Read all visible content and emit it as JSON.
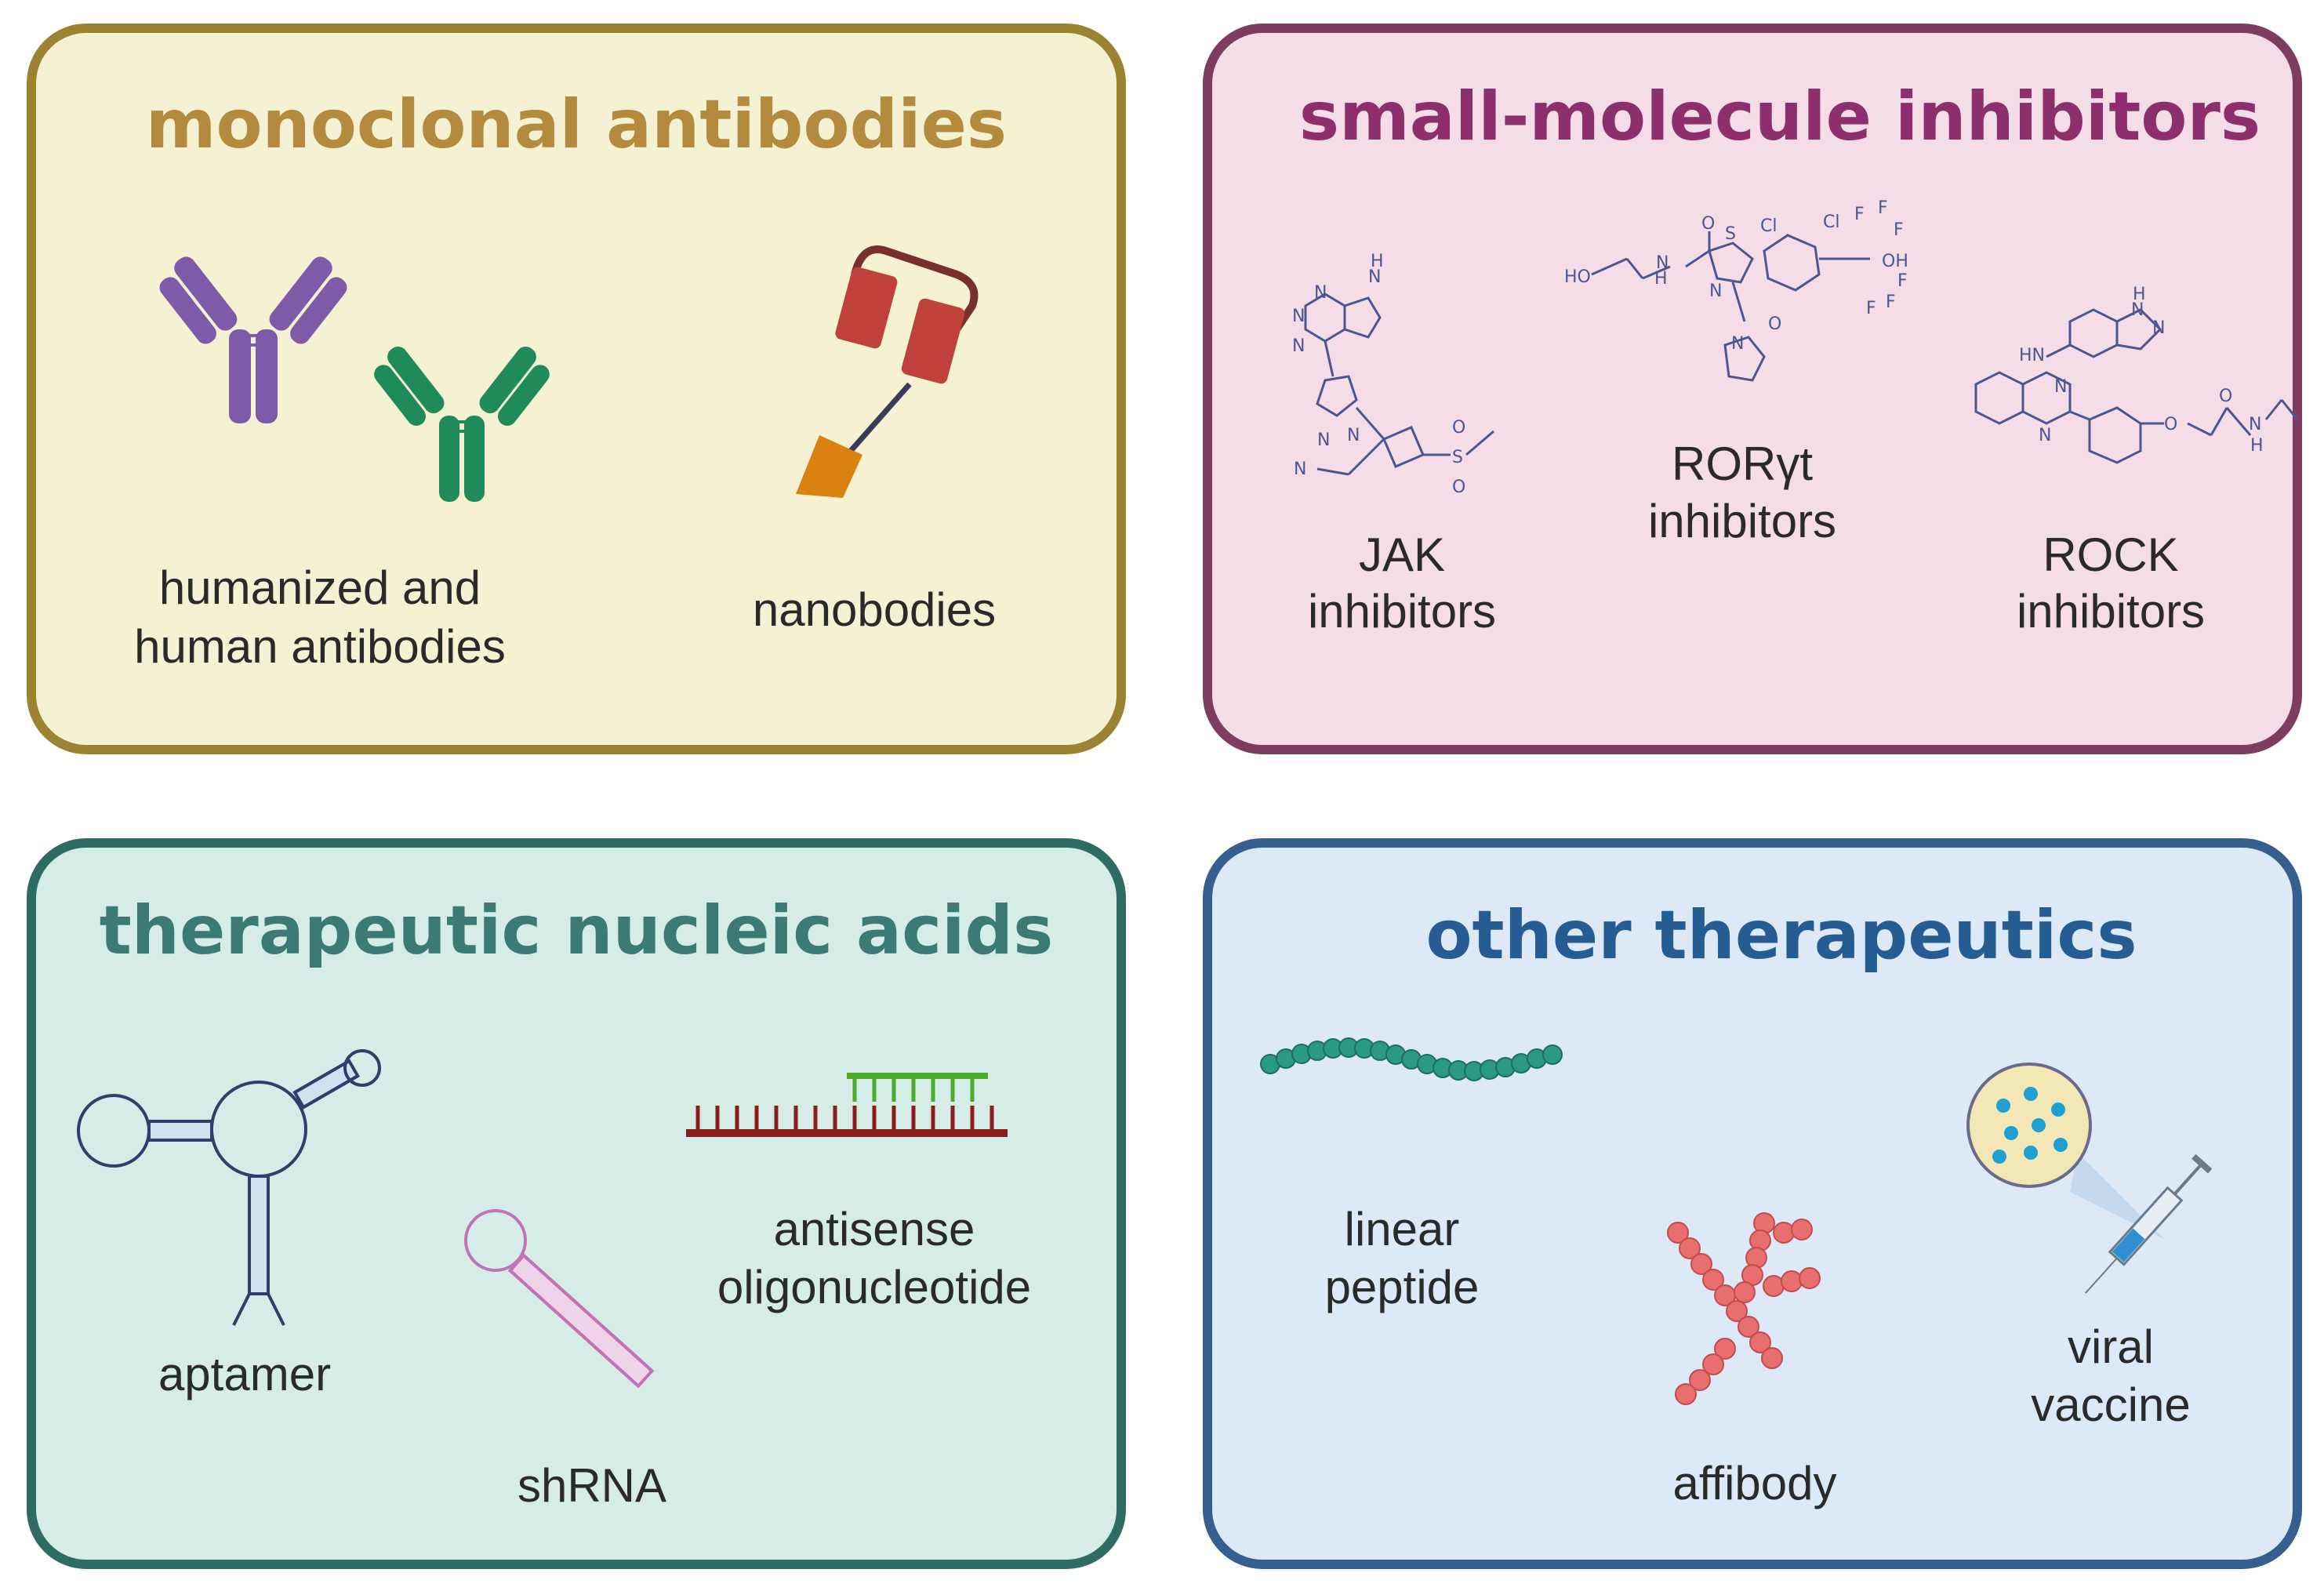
{
  "panels": {
    "mab": {
      "title": "monoclonal antibodies",
      "labels": [
        "humanized and",
        "human antibodies",
        "nanobodies"
      ],
      "colors": {
        "fill": "#f5f2d4",
        "border": "#9c8332",
        "title": "#b48a3e"
      }
    },
    "smi": {
      "title": "small-molecule inhibitors",
      "labels": [
        "JAK",
        "inhibitors",
        "RORγt",
        "inhibitors",
        "ROCK",
        "inhibitors"
      ],
      "colors": {
        "fill": "#f4dde7",
        "border": "#7e3c5f",
        "title": "#8e2f6d"
      }
    },
    "tna": {
      "title": "therapeutic nucleic acids",
      "labels": [
        "aptamer",
        "shRNA",
        "antisense",
        "oligonucleotide"
      ],
      "colors": {
        "fill": "#d5ece7",
        "border": "#2e6b60",
        "title": "#3b7b74"
      }
    },
    "other": {
      "title": "other therapeutics",
      "labels": [
        "linear",
        "peptide",
        "affibody",
        "viral",
        "vaccine"
      ],
      "colors": {
        "fill": "#dde9f6",
        "border": "#345f8e",
        "title": "#255d93"
      }
    }
  },
  "chem_text": {
    "jak": [
      "N",
      "H",
      "N",
      "N",
      "N",
      "N",
      "N",
      "N",
      "S",
      "O",
      "O"
    ],
    "ror": [
      "HO",
      "H",
      "N",
      "O",
      "S",
      "N",
      "Cl",
      "Cl",
      "F",
      "F",
      "F",
      "OH",
      "F",
      "F",
      "F",
      "N",
      "O"
    ],
    "rock": [
      "H",
      "N",
      "N",
      "HN",
      "N",
      "N",
      "O",
      "O",
      "N",
      "H"
    ]
  },
  "icons": [
    "antibody-icon",
    "nanobody-icon",
    "aptamer-icon",
    "shrna-icon",
    "antisense-icon",
    "peptide-icon",
    "affibody-icon",
    "vaccine-icon"
  ]
}
